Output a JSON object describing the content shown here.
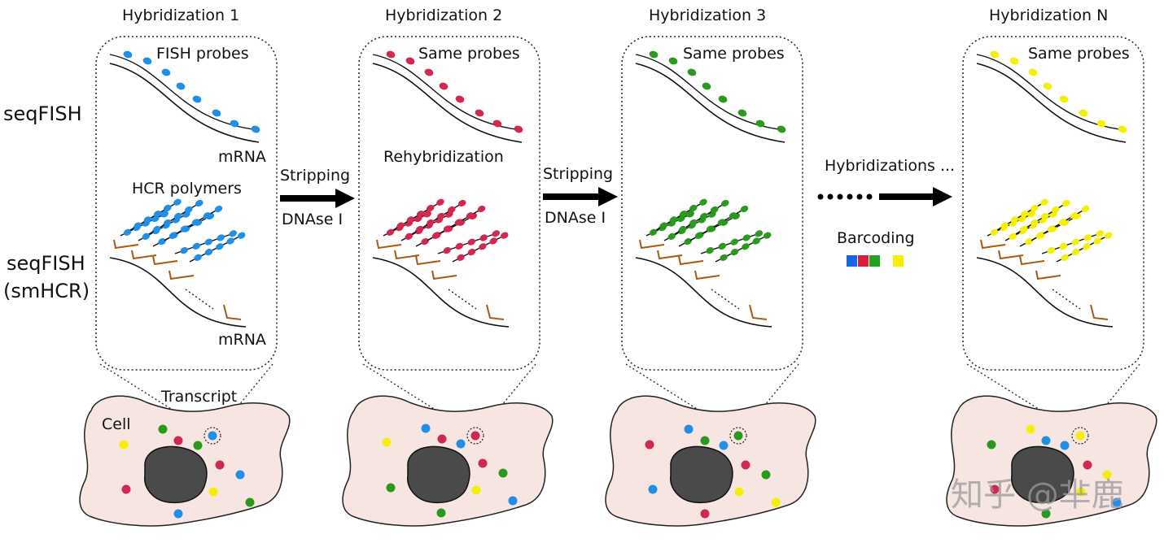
{
  "colors": {
    "blue": "#1f8fe8",
    "red": "#d0284e",
    "green": "#2a9a1e",
    "yellow": "#f5f000",
    "cell_fill": "#f6e5e1",
    "nucleus": "#4a4a4a",
    "hcr_brown": "#a85a12",
    "barcode_blue": "#1466e6",
    "barcode_red": "#d81e3a",
    "barcode_green": "#21a321",
    "barcode_yellow": "#f5f000"
  },
  "labels": {
    "row1": "seqFISH",
    "row2_line1": "seqFISH",
    "row2_line2": "(smHCR)",
    "transcript": "Transcript",
    "cell": "Cell",
    "stripping": "Stripping",
    "dnase": "DNAse I",
    "hybridizations_more": "Hybridizations ...",
    "barcoding": "Barcoding",
    "watermark": "知乎 @芈鹿"
  },
  "panels": [
    {
      "title": "Hybridization 1",
      "probe_label": "FISH probes",
      "mrna_label_top": "mRNA",
      "middle_label": "HCR polymers",
      "mrna_label_bottom": "mRNA",
      "color": "blue"
    },
    {
      "title": "Hybridization 2",
      "probe_label": "Same probes",
      "middle_label": "Rehybridization",
      "color": "red"
    },
    {
      "title": "Hybridization 3",
      "probe_label": "Same probes",
      "color": "green"
    },
    {
      "title": "Hybridization N",
      "probe_label": "Same probes",
      "color": "yellow"
    }
  ]
}
